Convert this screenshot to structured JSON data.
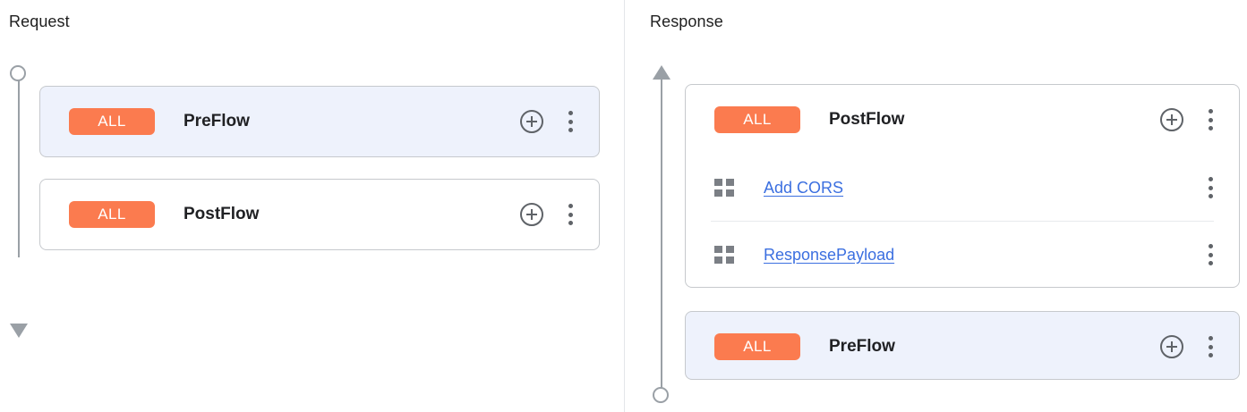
{
  "panels": {
    "request": {
      "title": "Request",
      "rail": {
        "start_icon": "circle-node",
        "end_icon": "arrow-down"
      },
      "cards": [
        {
          "selected": true,
          "badge": "ALL",
          "name": "PreFlow",
          "add_icon": "plus-circle-icon",
          "menu_icon": "kebab-menu-icon",
          "policies": []
        },
        {
          "selected": false,
          "badge": "ALL",
          "name": "PostFlow",
          "add_icon": "plus-circle-icon",
          "menu_icon": "kebab-menu-icon",
          "policies": []
        }
      ]
    },
    "response": {
      "title": "Response",
      "rail": {
        "start_icon": "arrow-up",
        "end_icon": "circle-node"
      },
      "cards": [
        {
          "selected": false,
          "badge": "ALL",
          "name": "PostFlow",
          "add_icon": "plus-circle-icon",
          "menu_icon": "kebab-menu-icon",
          "policies": [
            {
              "drag_icon": "grid-drag-icon",
              "name": "Add CORS",
              "menu_icon": "kebab-menu-icon"
            },
            {
              "drag_icon": "grid-drag-icon",
              "name": "ResponsePayload",
              "menu_icon": "kebab-menu-icon"
            }
          ]
        },
        {
          "selected": true,
          "badge": "ALL",
          "name": "PreFlow",
          "add_icon": "plus-circle-icon",
          "menu_icon": "kebab-menu-icon",
          "policies": []
        }
      ]
    }
  },
  "colors": {
    "badge_background": "#fb7b4f",
    "badge_text": "#ffffff",
    "selected_card_background": "#eef2fc",
    "link": "#3b6fe0",
    "rail": "#9aa0a6",
    "card_border": "#c6c9cd",
    "divider": "#e8eaed"
  }
}
